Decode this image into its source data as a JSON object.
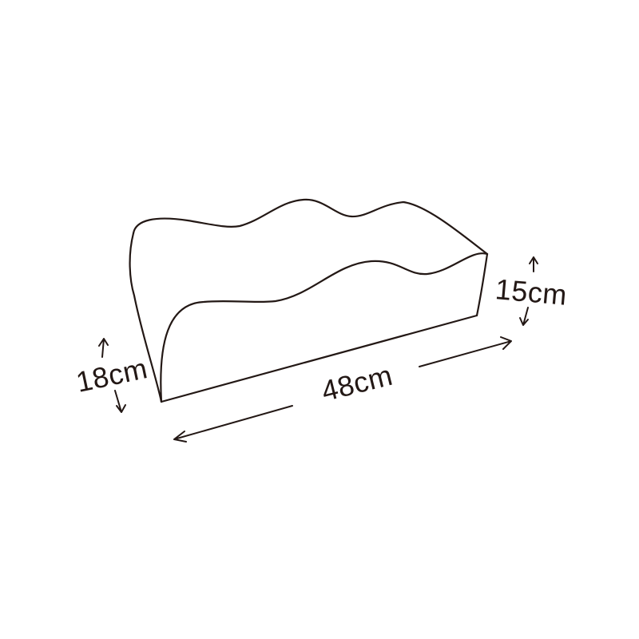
{
  "dimensions": {
    "length": "48cm",
    "height_front": "18cm",
    "height_back": "15cm"
  },
  "colors": {
    "line": "#231815",
    "background": "#ffffff"
  }
}
